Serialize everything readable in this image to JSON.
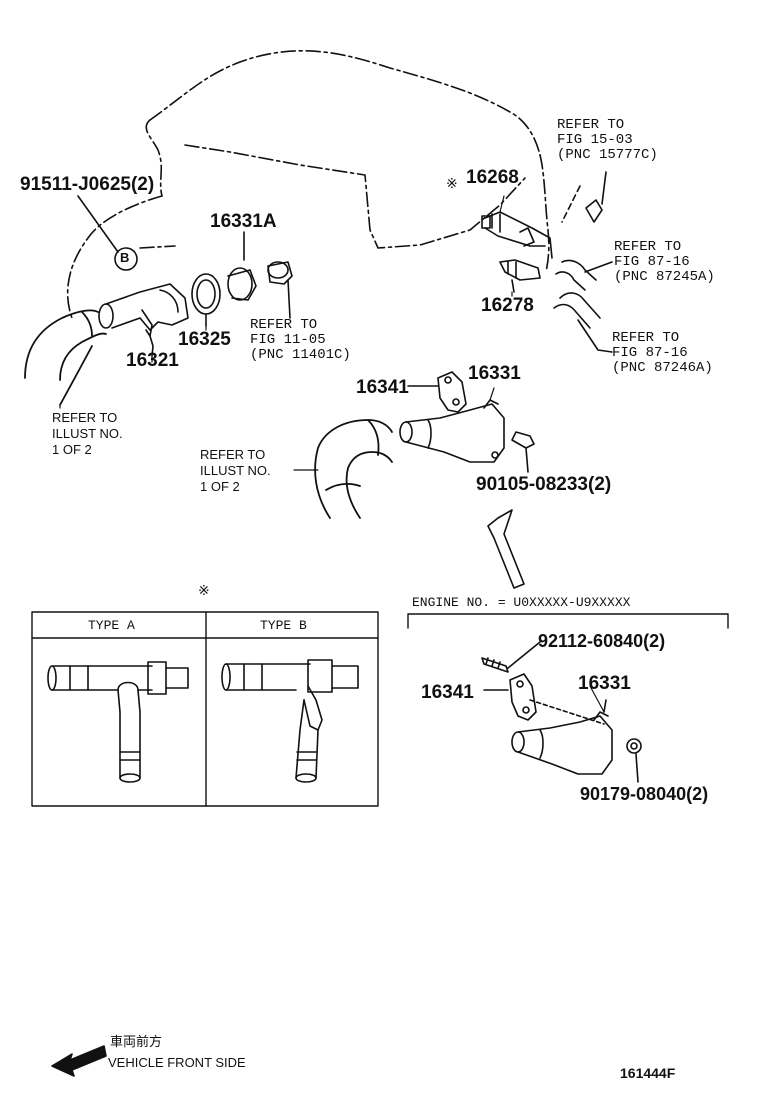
{
  "parts": {
    "p91511": "91511-J0625(2)",
    "p16331A": "16331A",
    "p16325": "16325",
    "p16321": "16321",
    "p16268": "16268",
    "p16278": "16278",
    "p16341_top": "16341",
    "p16331_top": "16331",
    "p90105": "90105-08233(2)",
    "p92112": "92112-60840(2)",
    "p16341_bot": "16341",
    "p16331_bot": "16331",
    "p90179": "90179-08040(2)"
  },
  "refs": {
    "fig1505": "REFER TO\nFIG 15-03\n(PNC 15777C)",
    "fig1105": "REFER TO\nFIG 11-05\n(PNC 11401C)",
    "fig8716a": "REFER TO\nFIG 87-16\n(PNC 87245A)",
    "fig8716b": "REFER TO\nFIG 87-16\n(PNC 87246A)",
    "illust_left": "REFER TO\nILLUST NO.\n1 OF 2",
    "illust_mid": "REFER TO\nILLUST NO.\n1 OF 2"
  },
  "markers": {
    "circle_b": "B",
    "asterisk_16268": "※",
    "asterisk_box": "※"
  },
  "types": {
    "type_a": "TYPE A",
    "type_b": "TYPE B"
  },
  "engine_no": "ENGINE NO. = U0XXXXX-U9XXXXX",
  "front": {
    "jp": "車両前方",
    "en": "VEHICLE FRONT SIDE"
  },
  "diagram_code": "161444F"
}
